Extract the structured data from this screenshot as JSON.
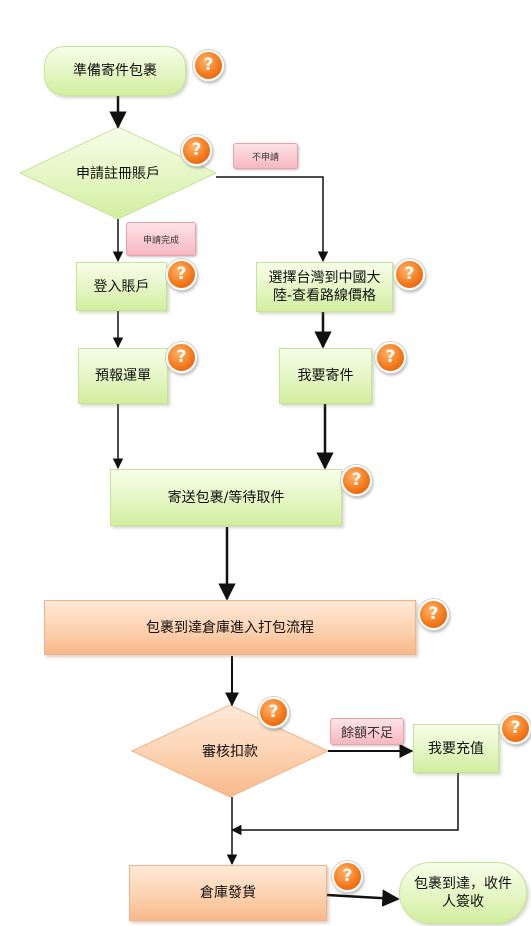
{
  "nodes": {
    "prepare": "準備寄件包裹",
    "apply_account": "申請註冊賬戶",
    "login": "登入賬戶",
    "choose_route": "選擇台灣到中國大陸-查看路線價格",
    "prereport": "預報運單",
    "send_request": "我要寄件",
    "ship_wait": "寄送包裹/等待取件",
    "warehouse_arrive": "包裹到達倉庫進入打包流程",
    "review_deduct": "審核扣款",
    "recharge": "我要充值",
    "warehouse_ship": "倉庫發貨",
    "delivered": "包裹到達，收件人簽收"
  },
  "tags": {
    "not_apply": "不申請",
    "apply_done": "申請完成",
    "insufficient": "餘額不足"
  },
  "help_icon_glyph": "?",
  "colors": {
    "green_fill": "#e4f6c3",
    "orange_fill": "#fcd2b0",
    "help_orange": "#f47a1c",
    "tag_pink": "#f6b8c0",
    "arrow": "#111111"
  }
}
